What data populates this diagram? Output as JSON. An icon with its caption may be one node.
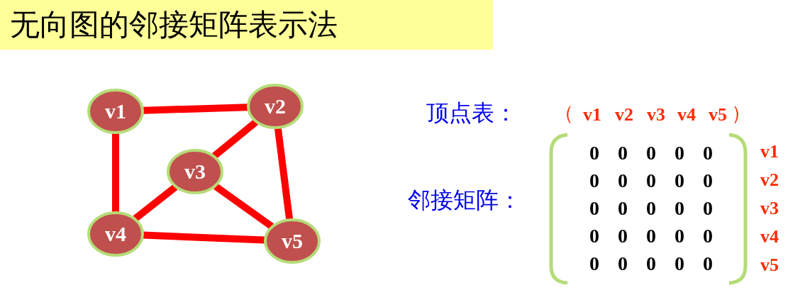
{
  "diagram": {
    "title": "无向图的邻接矩阵表示法",
    "nodes": [
      {
        "text": [
          "v1"
        ]
      },
      {
        "text": [
          "v2"
        ]
      },
      {
        "text": [
          "v3"
        ]
      },
      {
        "text": [
          "v4"
        ]
      },
      {
        "text": [
          "v5"
        ]
      }
    ],
    "edges": [
      {
        "from": 0,
        "to": 1,
        "arrow": "none"
      },
      {
        "from": 0,
        "to": 3,
        "arrow": "none"
      },
      {
        "from": 1,
        "to": 2,
        "arrow": "none"
      },
      {
        "from": 1,
        "to": 4,
        "arrow": "none"
      },
      {
        "from": 2,
        "to": 3,
        "arrow": "none"
      },
      {
        "from": 2,
        "to": 4,
        "arrow": "none"
      },
      {
        "from": 3,
        "to": 4,
        "arrow": "none"
      }
    ],
    "labels": [
      "顶点表：",
      "（",
      "v1",
      "v2",
      "v3",
      "v4",
      "v5",
      "）",
      "邻接矩阵：",
      "0",
      "0",
      "0",
      "0",
      "0",
      "v1",
      "0",
      "0",
      "0",
      "0",
      "0",
      "v2",
      "0",
      "0",
      "0",
      "0",
      "0",
      "v3",
      "0",
      "0",
      "0",
      "0",
      "0",
      "v4",
      "0",
      "0",
      "0",
      "0",
      "0",
      "v5"
    ]
  }
}
